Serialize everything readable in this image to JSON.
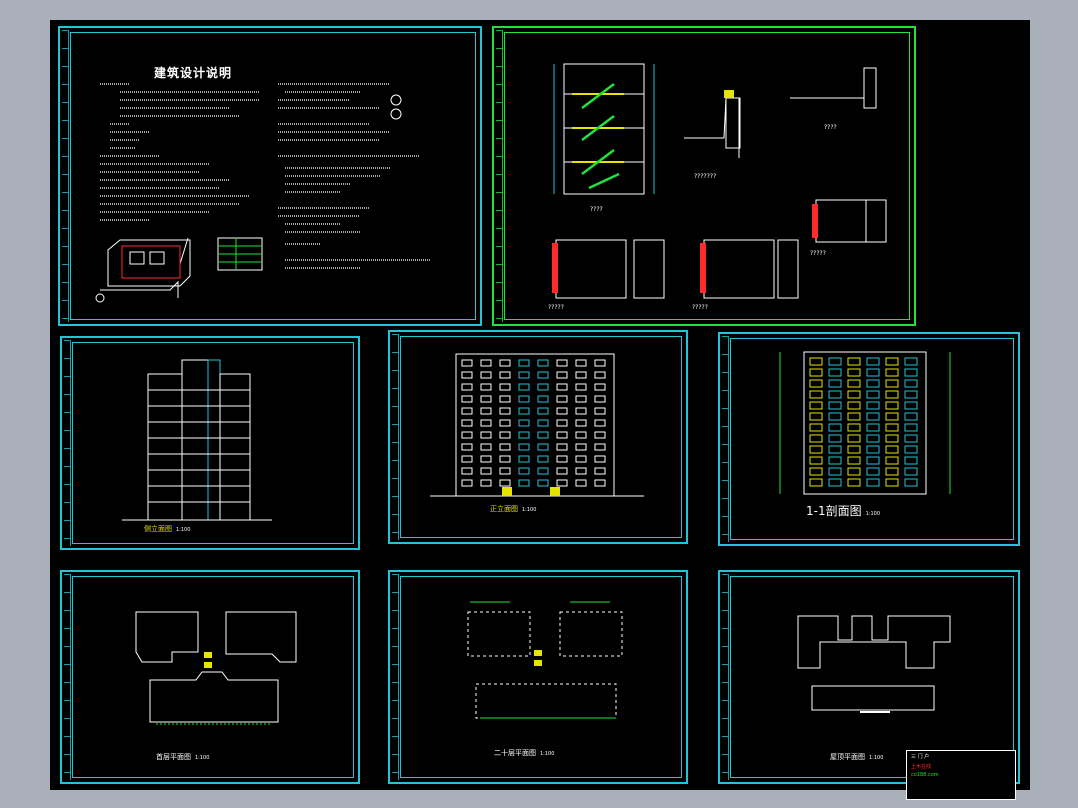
{
  "canvas_bg": "#000000",
  "frame_color": "#22c4d6",
  "sheets": {
    "design_notes": {
      "title": "建筑设计说明"
    },
    "stair_details": {
      "label_top": "????",
      "label_mid": "???????",
      "label_bl": "?????",
      "label_bm": "?????",
      "label_right": "?????",
      "label_small": "????"
    },
    "side_elevation": {
      "caption": "侧立面图",
      "scale": "1:100"
    },
    "front_elevation": {
      "caption": "正立面图",
      "scale": "1:100"
    },
    "section": {
      "caption": "1-1剖面图",
      "scale": "1:100"
    },
    "plan_1": {
      "caption": "首层平面图",
      "scale": "1:100"
    },
    "plan_2": {
      "caption": "二十层平面图",
      "scale": "1:100"
    },
    "roof_plan": {
      "caption": "屋顶平面图",
      "scale": "1:100"
    }
  },
  "title_block": {
    "line1": "三 门 户",
    "line2": "土木在线",
    "line3": "co188.com"
  }
}
